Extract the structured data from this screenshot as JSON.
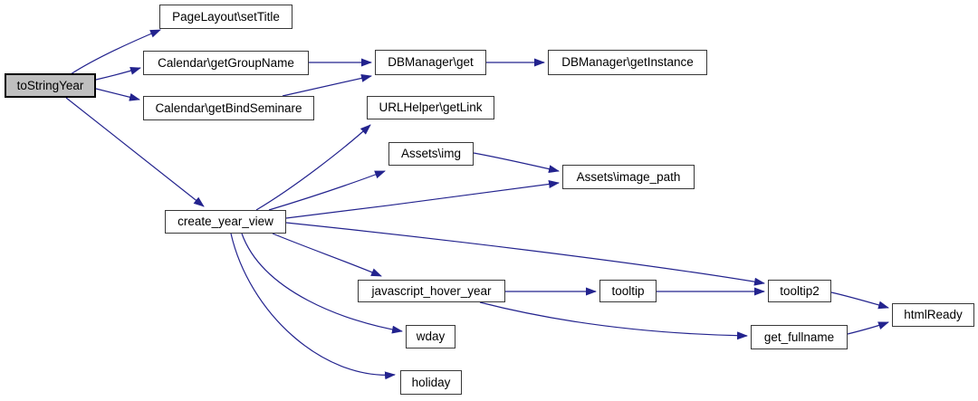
{
  "styles": {
    "page_background": "#ffffff",
    "edge_color": "#23238e",
    "node_fill": "#ffffff",
    "node_border": "#383838",
    "highlight_fill": "#bfbfbf",
    "highlight_border": "#000000",
    "text_color": "#000000"
  },
  "graph": {
    "type": "call-graph",
    "highlighted_node": "toStringYear",
    "nodes": {
      "to_string_year": {
        "label": "toStringYear",
        "highlighted": true
      },
      "page_layout_set_title": {
        "label": "PageLayout\\setTitle",
        "highlighted": false
      },
      "calendar_get_group_name": {
        "label": "Calendar\\getGroupName",
        "highlighted": false
      },
      "calendar_get_bind_seminare": {
        "label": "Calendar\\getBindSeminare",
        "highlighted": false
      },
      "db_manager_get": {
        "label": "DBManager\\get",
        "highlighted": false
      },
      "db_manager_get_instance": {
        "label": "DBManager\\getInstance",
        "highlighted": false
      },
      "url_helper_get_link": {
        "label": "URLHelper\\getLink",
        "highlighted": false
      },
      "assets_img": {
        "label": "Assets\\img",
        "highlighted": false
      },
      "create_year_view": {
        "label": "create_year_view",
        "highlighted": false
      },
      "assets_image_path": {
        "label": "Assets\\image_path",
        "highlighted": false
      },
      "javascript_hover_year": {
        "label": "javascript_hover_year",
        "highlighted": false
      },
      "tooltip": {
        "label": "tooltip",
        "highlighted": false
      },
      "tooltip2": {
        "label": "tooltip2",
        "highlighted": false
      },
      "wday": {
        "label": "wday",
        "highlighted": false
      },
      "holiday": {
        "label": "holiday",
        "highlighted": false
      },
      "get_fullname": {
        "label": "get_fullname",
        "highlighted": false
      },
      "html_ready": {
        "label": "htmlReady",
        "highlighted": false
      }
    },
    "edges": [
      {
        "from": "toStringYear",
        "to": "PageLayout\\setTitle"
      },
      {
        "from": "toStringYear",
        "to": "Calendar\\getGroupName"
      },
      {
        "from": "toStringYear",
        "to": "Calendar\\getBindSeminare"
      },
      {
        "from": "toStringYear",
        "to": "create_year_view"
      },
      {
        "from": "Calendar\\getGroupName",
        "to": "DBManager\\get"
      },
      {
        "from": "Calendar\\getBindSeminare",
        "to": "DBManager\\get"
      },
      {
        "from": "DBManager\\get",
        "to": "DBManager\\getInstance"
      },
      {
        "from": "create_year_view",
        "to": "URLHelper\\getLink"
      },
      {
        "from": "create_year_view",
        "to": "Assets\\img"
      },
      {
        "from": "Assets\\img",
        "to": "Assets\\image_path"
      },
      {
        "from": "create_year_view",
        "to": "Assets\\image_path"
      },
      {
        "from": "create_year_view",
        "to": "tooltip2"
      },
      {
        "from": "create_year_view",
        "to": "javascript_hover_year"
      },
      {
        "from": "create_year_view",
        "to": "wday"
      },
      {
        "from": "create_year_view",
        "to": "holiday"
      },
      {
        "from": "javascript_hover_year",
        "to": "tooltip"
      },
      {
        "from": "javascript_hover_year",
        "to": "get_fullname"
      },
      {
        "from": "tooltip",
        "to": "tooltip2"
      },
      {
        "from": "tooltip2",
        "to": "htmlReady"
      },
      {
        "from": "get_fullname",
        "to": "htmlReady"
      }
    ]
  }
}
